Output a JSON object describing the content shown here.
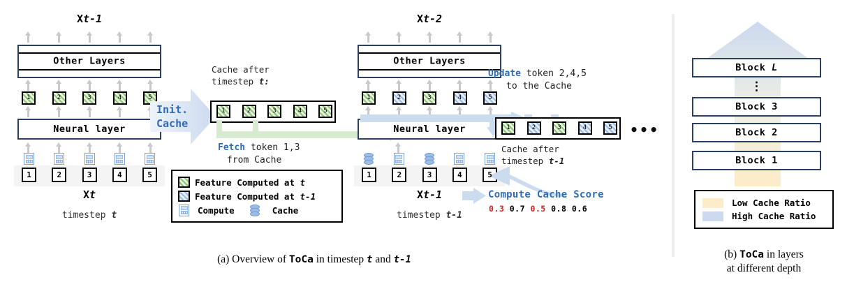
{
  "figure": {
    "panel_a": {
      "caption_prefix": "(a) Overview of",
      "caption_code": "ToCa",
      "caption_mid": "in timestep",
      "caption_t": "t",
      "caption_and": "and",
      "caption_t1": "t-1",
      "stage1": {
        "top_label_x": "X",
        "top_label_sub": "t-1",
        "other_layers": "Other Layers",
        "neural_layer": "Neural layer",
        "bottom_label_x": "X",
        "bottom_label_sub": "t",
        "timestep": "timestep",
        "timestep_value": "t",
        "tokens_mid": [
          "1",
          "2",
          "3",
          "4",
          "5"
        ],
        "tokens_mid_kind": [
          "g",
          "g",
          "g",
          "g",
          "g"
        ],
        "tokens_in": [
          "1",
          "2",
          "3",
          "4",
          "5"
        ],
        "icons_in": [
          "compute-icon",
          "compute-icon",
          "compute-icon",
          "compute-icon",
          "compute-icon"
        ]
      },
      "init_arrow": {
        "line1": "Init.",
        "line2": "Cache"
      },
      "cache_t": {
        "title_line1": "Cache after",
        "title_line2": "timestep",
        "title_t": "t:",
        "tokens": [
          "1",
          "2",
          "3",
          "4",
          "5"
        ],
        "tokens_kind": [
          "g",
          "g",
          "g",
          "g",
          "g"
        ]
      },
      "fetch": {
        "verb": "Fetch",
        "rest_line1": "token 1,3",
        "rest_line2": "from Cache"
      },
      "legend": {
        "row1_text_a": "Feature Computed at",
        "row1_text_t": "t",
        "row2_text_a": "Feature Computed at",
        "row2_text_t": "t-1",
        "row3_compute": "Compute",
        "row3_cache": "Cache"
      },
      "stage2": {
        "top_label_x": "X",
        "top_label_sub": "t-2",
        "other_layers": "Other Layers",
        "neural_layer": "Neural layer",
        "bottom_label_x": "X",
        "bottom_label_sub": "t-1",
        "timestep": "timestep",
        "timestep_value": "t-1",
        "tokens_mid": [
          "1",
          "2",
          "3",
          "4",
          "5"
        ],
        "tokens_mid_kind": [
          "g",
          "b",
          "g",
          "b",
          "b"
        ],
        "tokens_in": [
          "1",
          "2",
          "3",
          "4",
          "5"
        ],
        "icons_in": [
          "cache-icon",
          "compute-icon",
          "cache-icon",
          "compute-icon",
          "compute-icon"
        ]
      },
      "update": {
        "verb": "Update",
        "rest_line1": "token 2,4,5",
        "rest_line2": "to the Cache"
      },
      "cache_t1": {
        "tokens": [
          "1",
          "2",
          "3",
          "4",
          "5"
        ],
        "tokens_kind": [
          "g",
          "b",
          "g",
          "b",
          "b"
        ],
        "title_line1": "Cache after",
        "title_line2": "timestep",
        "title_t": "t-1"
      },
      "score": {
        "label": "Compute Cache Score",
        "values": [
          "0.3",
          "0.7",
          "0.5",
          "0.8",
          "0.6"
        ],
        "low_flags": [
          true,
          false,
          true,
          false,
          false
        ]
      },
      "ellipsis": "•••"
    },
    "panel_b": {
      "blocks": [
        {
          "prefix": "Block",
          "name": "L",
          "italic": true
        },
        {
          "prefix": "",
          "name": "⋮",
          "italic": false
        },
        {
          "prefix": "Block",
          "name": "3",
          "italic": false
        },
        {
          "prefix": "Block",
          "name": "2",
          "italic": false
        },
        {
          "prefix": "Block",
          "name": "1",
          "italic": false
        }
      ],
      "legend": {
        "low": "Low Cache Ratio",
        "high": "High Cache Ratio"
      },
      "caption_prefix": "(b)",
      "caption_code": "ToCa",
      "caption_rest1": "in layers",
      "caption_rest2": "at different depth"
    }
  },
  "colors": {
    "accent_blue": "#2f6cb5",
    "navy_border": "#2b3f62",
    "token_green": "#8fc47a",
    "token_blue": "#9dbde4",
    "low_cache_ratio": "#fdecc8",
    "high_cache_ratio": "#ccd9ee",
    "score_low": "#d81d1d",
    "arrow_grey": "#c9c9c9"
  }
}
